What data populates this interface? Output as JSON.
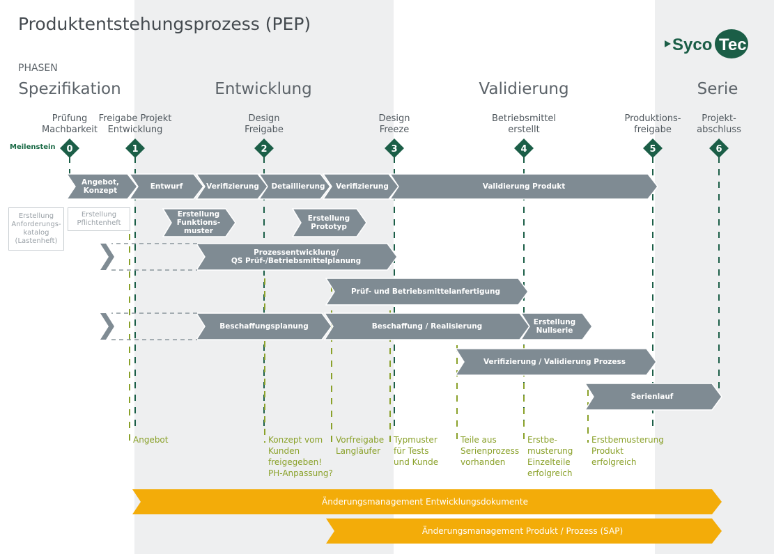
{
  "title": "Produktentstehungsprozess (PEP)",
  "phases_label": "PHASEN",
  "phases": [
    "Spezifikation",
    "Entwicklung",
    "Validierung",
    "Serie"
  ],
  "milestone_row_label": "Meilenstein",
  "milestones": [
    {
      "num": "0",
      "label": "Prüfung\nMachbarkeit"
    },
    {
      "num": "1",
      "label": "Freigabe Projekt\nEntwicklung"
    },
    {
      "num": "2",
      "label": "Design\nFreigabe"
    },
    {
      "num": "3",
      "label": "Design\nFreeze"
    },
    {
      "num": "4",
      "label": "Betriebsmittel\nerstellt"
    },
    {
      "num": "5",
      "label": "Produktions-\nfreigabe"
    },
    {
      "num": "6",
      "label": "Projekt-\nabschluss"
    }
  ],
  "process_row": [
    "Angebot,\nKonzept",
    "Entwurf",
    "Verifizierung",
    "Detaillierung",
    "Verifizierung",
    "Validierung Produkt"
  ],
  "spec_boxes": [
    "Erstellung\nAnforderungs-\nkatalog\n(Lastenheft)",
    "Erstellung\nPflichtenheft"
  ],
  "sub_bars": {
    "funktionsmuster": "Erstellung\nFunktions-\nmuster",
    "prototyp": "Erstellung\nPrototyp",
    "prozessentwicklung": "Prozessentwicklung/\nQS Prüf-/Betriebsmittelplanung",
    "pruefmittel": "Prüf- und Betriebsmittelanfertigung",
    "beschaffungsplanung": "Beschaffungsplanung",
    "beschaffung": "Beschaffung / Realisierung",
    "nullserie": "Erstellung\nNullserie",
    "verifizierung_prozess": "Verifizierung / Validierung Prozess",
    "serienlauf": "Serienlauf"
  },
  "notes": [
    "Angebot",
    "Konzept vom\nKunden\nfreigegeben!\nPH-Anpassung?",
    "Vorfreigabe\nLangläufer",
    "Typmuster\nfür Tests\nund Kunde",
    "Teile aus\nSerienprozess\nvorhanden",
    "Erstbe-\nmusterung\nEinzelteile\nerfolgreich",
    "Erstbemusterung\nProdukt\nerfolgreich"
  ],
  "change_management": [
    "Änderungsmanagement Entwicklungsdokumente",
    "Änderungsmanagement Produkt / Prozess (SAP)"
  ],
  "logo": {
    "part1": "Syco",
    "part2": "Tec"
  },
  "colors": {
    "bar": "#7f8b93",
    "milestone": "#1b5e47",
    "orange": "#f3ac09",
    "note_green": "#8aa12a",
    "shade": "#eeeff0",
    "title": "#444a4f"
  }
}
